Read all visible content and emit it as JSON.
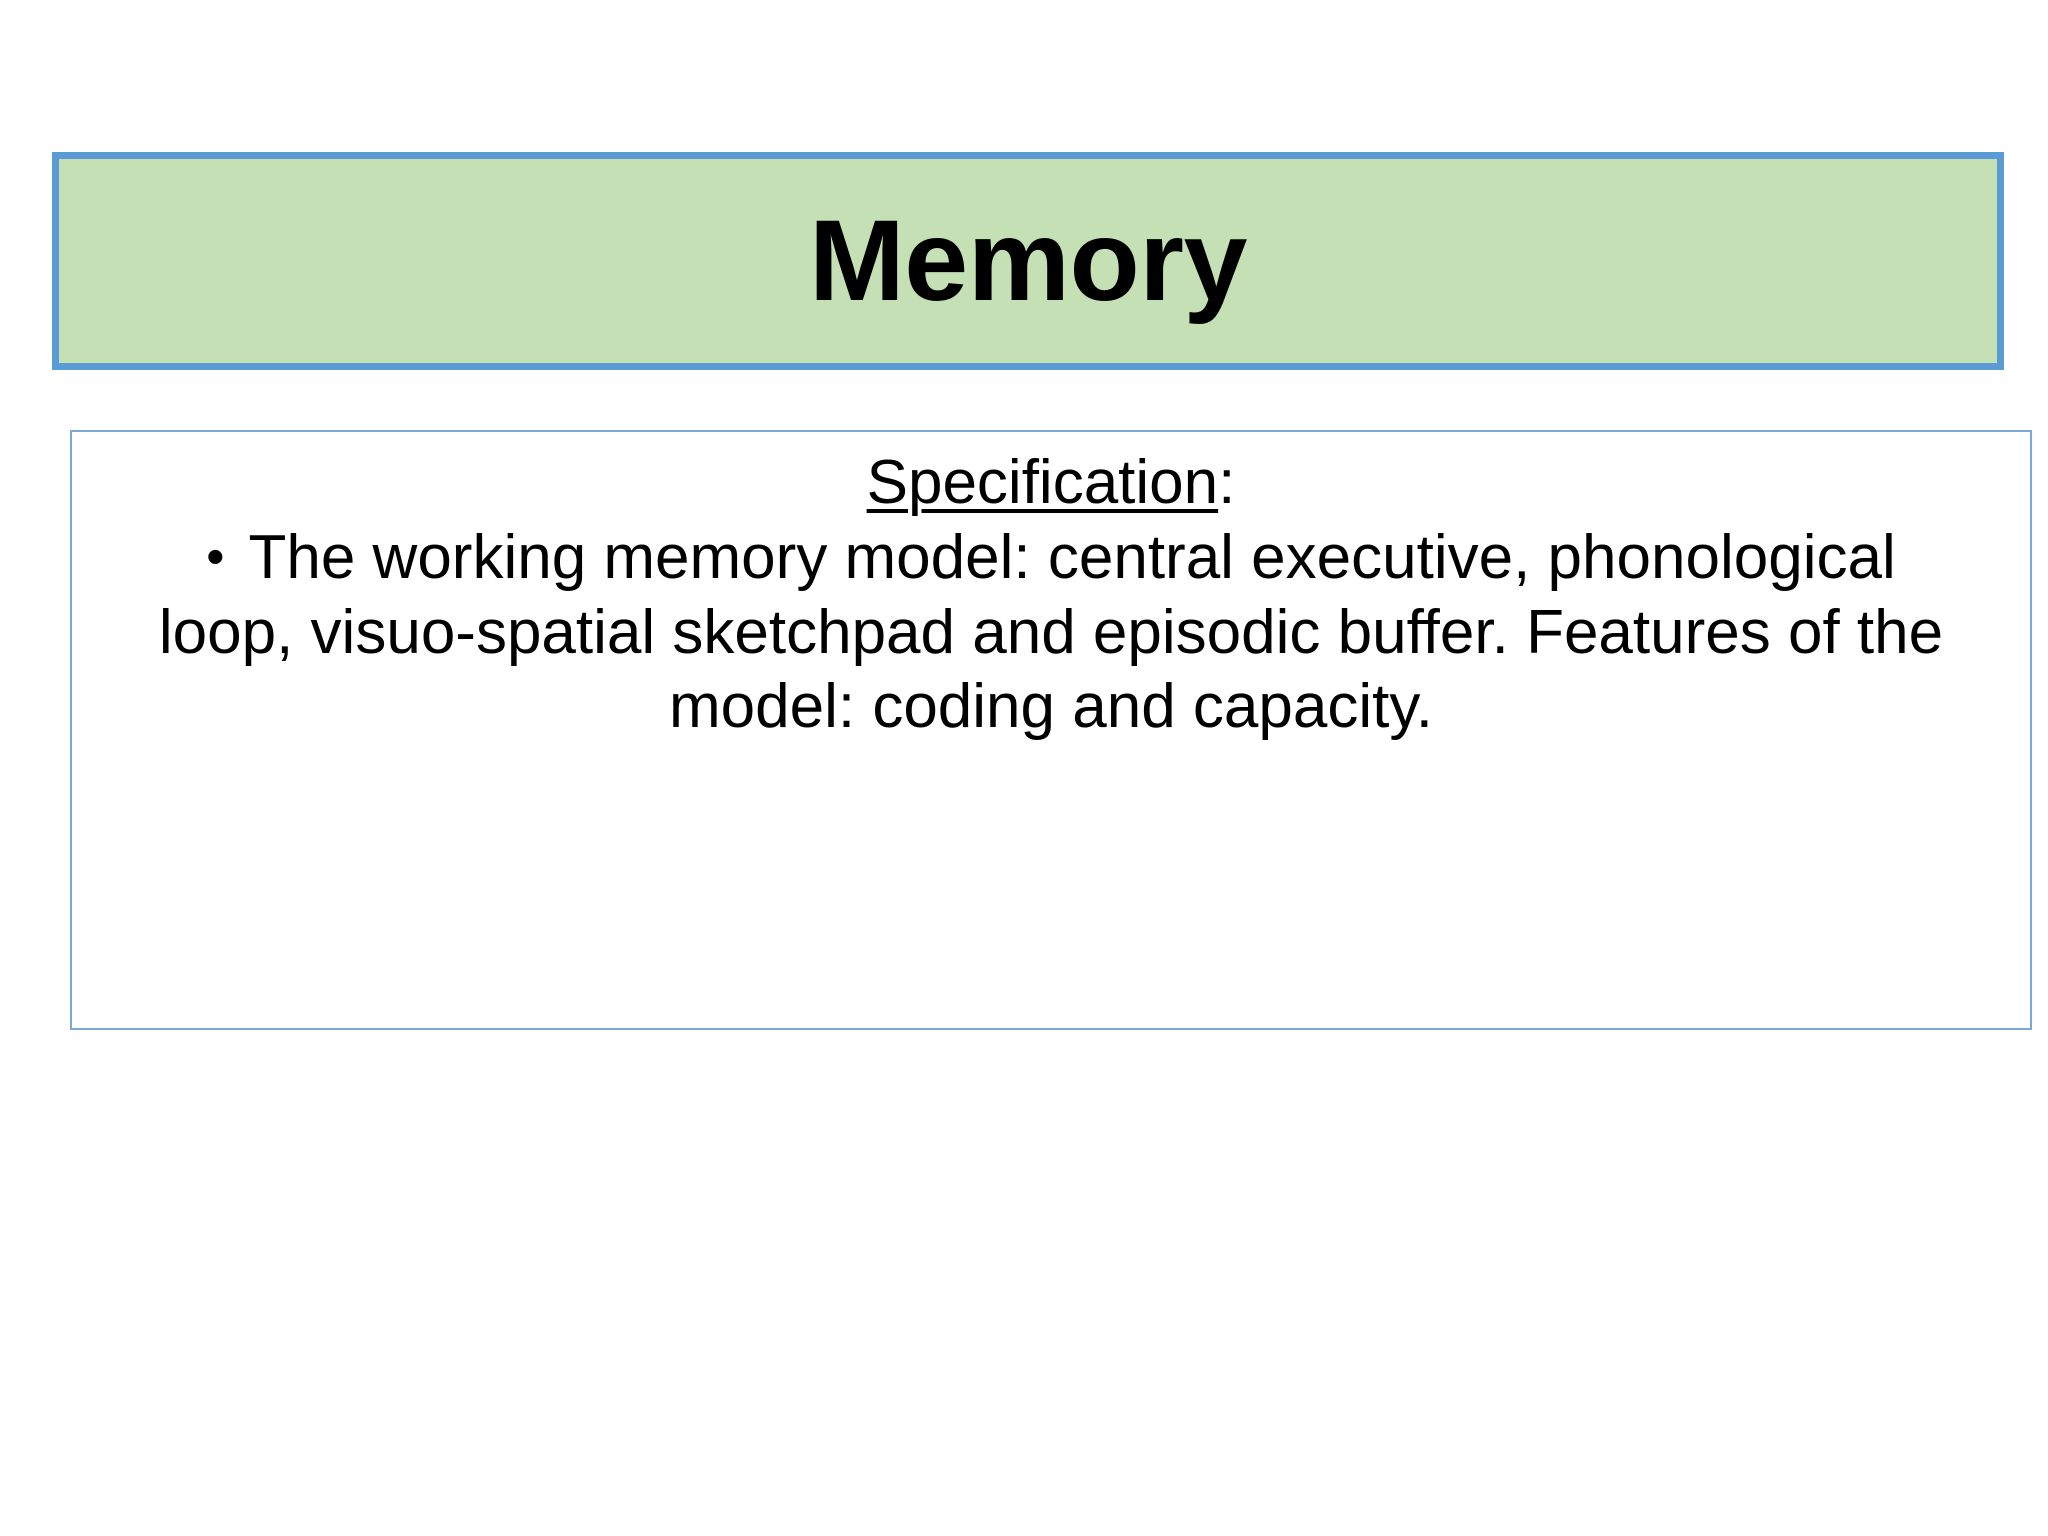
{
  "slide": {
    "title": "Memory",
    "title_box": {
      "fill_color": "#C5E0B4",
      "border_color": "#5B9BD5"
    },
    "content_box": {
      "border_color": "#7BA9D4",
      "fill_color": "#FFFFFF",
      "heading": "Specification",
      "heading_suffix": ":",
      "bullets": [
        {
          "marker": "bullet-dot",
          "marker_glyph": "•",
          "text": "The working memory model: central executive, phonological loop, visuo-spatial sketchpad and episodic buffer. Features of the model: coding and capacity."
        }
      ]
    }
  }
}
